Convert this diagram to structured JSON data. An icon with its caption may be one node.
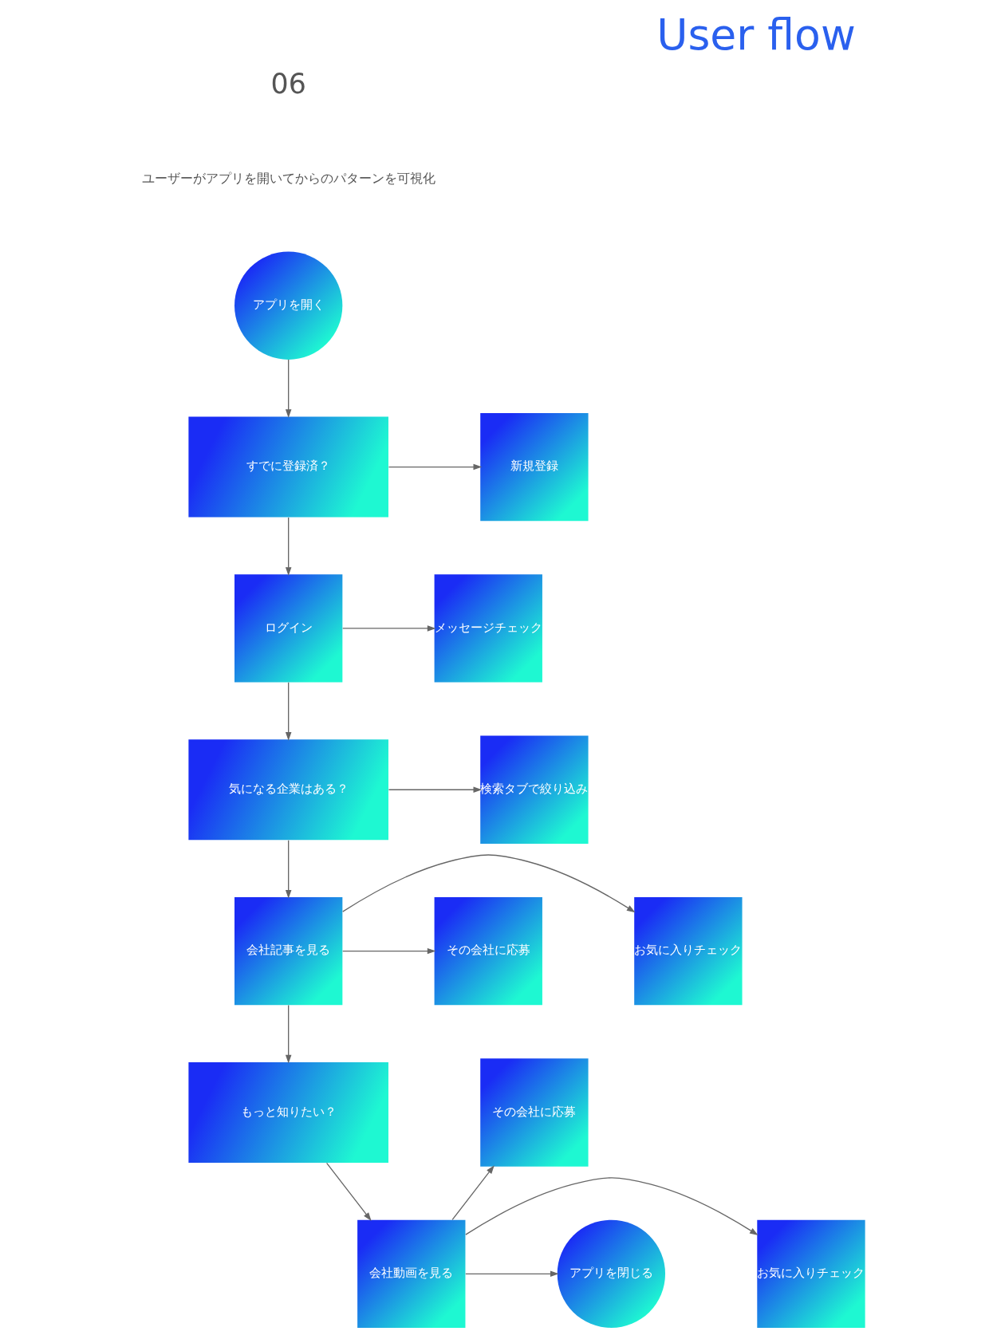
{
  "diagram": {
    "title": "User flow",
    "nodes": [
      {
        "text": [
          "アプリを開く"
        ]
      },
      {
        "text": [
          "すでに登録済？"
        ]
      },
      {
        "text": [
          "新規登録"
        ]
      },
      {
        "text": [
          "ログイン"
        ]
      },
      {
        "text": [
          "メッセージチェック"
        ]
      },
      {
        "text": [
          "気になる企業はある？"
        ]
      },
      {
        "text": [
          "検索タブで絞り込み"
        ]
      },
      {
        "text": [
          "お気に入りチェック"
        ]
      },
      {
        "text": [
          "会社記事を見る"
        ]
      },
      {
        "text": [
          "その会社に応募"
        ]
      },
      {
        "text": [
          "もっと知りたい？"
        ]
      },
      {
        "text": [
          "その会社に応募"
        ]
      },
      {
        "text": [
          "お気に入りチェック"
        ]
      },
      {
        "text": [
          "会社動画を見る"
        ]
      },
      {
        "text": [
          "アプリを閉じる"
        ]
      }
    ],
    "edges": [
      {
        "from": 0,
        "to": 1,
        "arrow": "to"
      },
      {
        "from": 1,
        "to": 2,
        "arrow": "to"
      },
      {
        "from": 1,
        "to": 3,
        "arrow": "to"
      },
      {
        "from": 3,
        "to": 4,
        "arrow": "to"
      },
      {
        "from": 3,
        "to": 5,
        "arrow": "to"
      },
      {
        "from": 5,
        "to": 6,
        "arrow": "to"
      },
      {
        "from": 5,
        "to": 8,
        "arrow": "to"
      },
      {
        "from": 8,
        "to": 7,
        "arrow": "to"
      },
      {
        "from": 8,
        "to": 9,
        "arrow": "to"
      },
      {
        "from": 8,
        "to": 10,
        "arrow": "to"
      },
      {
        "from": 10,
        "to": 13,
        "arrow": "to"
      },
      {
        "from": 13,
        "to": 11,
        "arrow": "to"
      },
      {
        "from": 13,
        "to": 12,
        "arrow": "to"
      },
      {
        "from": 13,
        "to": 14,
        "arrow": "to"
      }
    ],
    "labels": [
      "06",
      "ユーザーがアプリを開いてからのパターンを可視化"
    ]
  }
}
